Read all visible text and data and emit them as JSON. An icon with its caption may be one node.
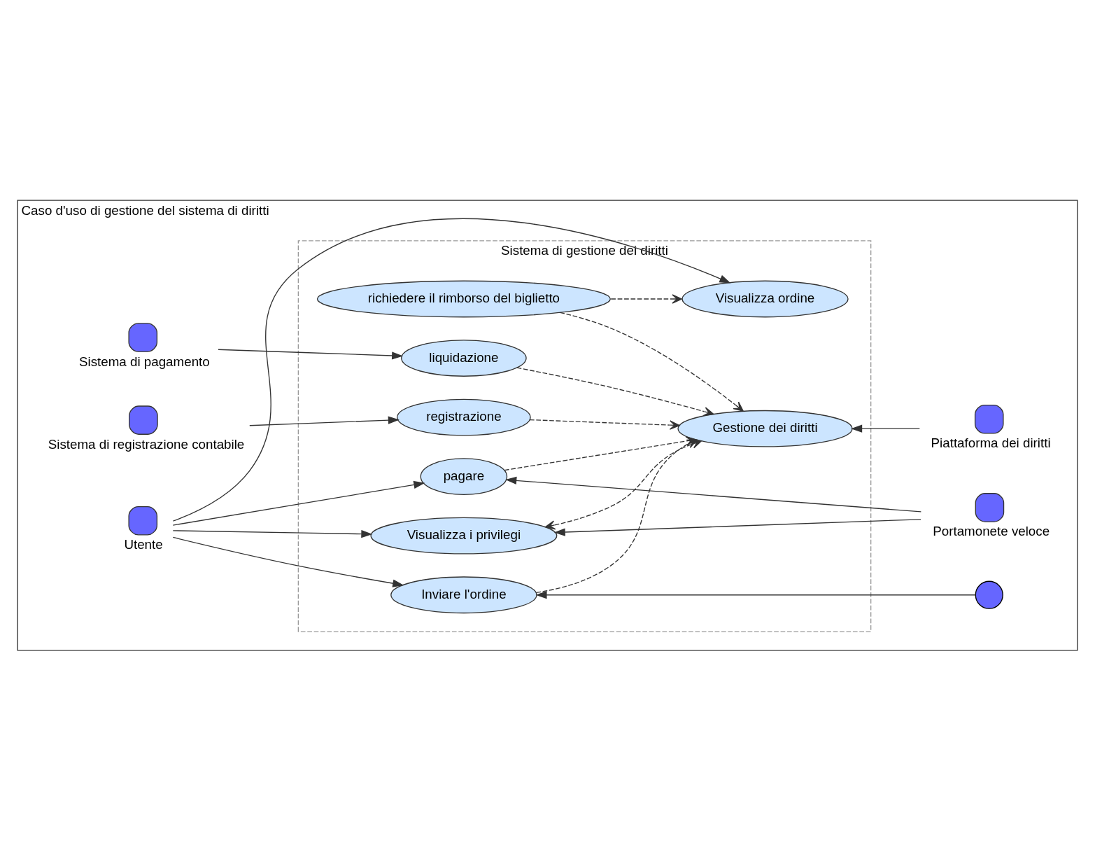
{
  "diagram": {
    "nodes": [
      {
        "text": [
          "Caso d'uso di gestione del sistema di diritti"
        ]
      },
      {
        "text": [
          "Sistema di gestione dei diritti"
        ],
        "in": 0
      },
      {
        "text": [
          "pagare"
        ],
        "in": 1
      },
      {
        "text": [
          "Inviare l'ordine"
        ],
        "in": 1
      },
      {
        "text": [
          "Visualizza ordine"
        ],
        "in": 1
      },
      {
        "text": [
          "richiedere il rimborso del biglietto"
        ],
        "in": 1
      },
      {
        "text": [
          "Visualizza i privilegi"
        ],
        "in": 1
      },
      {
        "text": [
          "registrazione"
        ],
        "in": 1
      },
      {
        "text": [
          "liquidazione"
        ],
        "in": 1
      },
      {
        "text": [
          "Gestione dei diritti"
        ],
        "in": 1
      },
      {
        "text": [
          "Utente"
        ],
        "in": 0
      },
      {
        "text": [],
        "shape": "person",
        "in": 0
      },
      {
        "text": [
          "Portamonete veloce"
        ],
        "in": 0
      },
      {
        "text": [
          "Sistema di registrazione contabile"
        ],
        "in": 0
      },
      {
        "text": [
          "Sistema di pagamento"
        ],
        "in": 0
      },
      {
        "text": [
          "Piattaforma dei diritti"
        ],
        "in": 0
      }
    ],
    "edges": [
      {
        "from": 10,
        "to": 2,
        "arrow": "to"
      },
      {
        "from": 10,
        "to": 3,
        "arrow": "to"
      },
      {
        "from": 10,
        "to": 4,
        "arrow": "to"
      },
      {
        "from": 10,
        "to": 6,
        "arrow": "to"
      },
      {
        "from": 11,
        "to": 3,
        "arrow": "to"
      },
      {
        "from": 12,
        "to": 2,
        "arrow": "to"
      },
      {
        "from": 12,
        "to": 6,
        "arrow": "to"
      },
      {
        "from": 13,
        "to": 7,
        "arrow": "to"
      },
      {
        "from": 14,
        "to": 8,
        "arrow": "to"
      },
      {
        "from": 15,
        "to": 9,
        "arrow": "to"
      },
      {
        "from": 5,
        "to": 4,
        "arrow": "to",
        "style": "dashed"
      },
      {
        "from": 2,
        "to": 9,
        "arrow": "to",
        "style": "dashed"
      },
      {
        "from": 3,
        "to": 9,
        "arrow": "to",
        "style": "dashed"
      },
      {
        "from": 5,
        "to": 9,
        "arrow": "to",
        "style": "dashed"
      },
      {
        "from": 6,
        "to": 9,
        "arrow": "both",
        "style": "dashed"
      },
      {
        "from": 7,
        "to": 9,
        "arrow": "to",
        "style": "dashed"
      },
      {
        "from": 8,
        "to": 9,
        "arrow": "to",
        "style": "dashed"
      }
    ]
  }
}
